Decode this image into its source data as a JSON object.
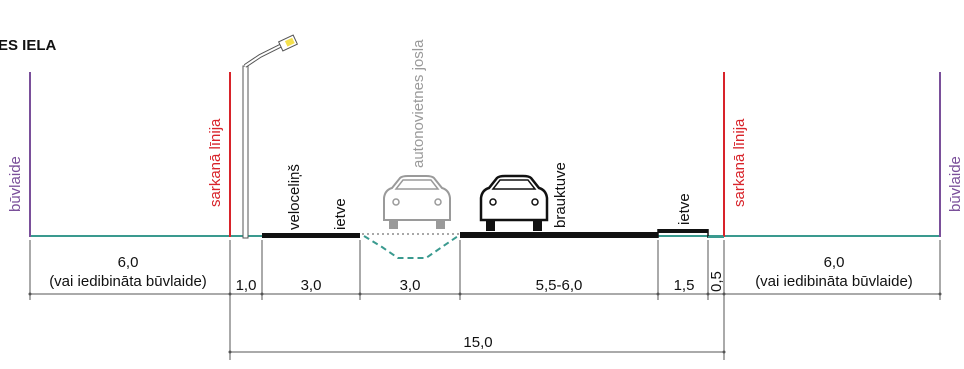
{
  "title": "ES IELA",
  "colors": {
    "building_line": "#7a4f9a",
    "red_line": "#d8232a",
    "ground": "#3a9a8f",
    "parking": "#a8a8a8",
    "paved": "#111111",
    "dimension": "#555555"
  },
  "labels": {
    "building_line_left": "būvlaide",
    "red_line_left": "sarkanā līnija",
    "bike_lane": "veloceliņš",
    "sidewalk_left": "ietve",
    "parking_lane": "autonovietnes josla",
    "carriageway": "brauktuve",
    "sidewalk_right": "ietve",
    "red_line_right": "sarkanā līnija",
    "building_line_right": "būvlaide"
  },
  "dimensions": {
    "left_zone": "6,0",
    "left_zone_note": "(vai iedibināta būvlaide)",
    "verge": "1,0",
    "bike_sidewalk": "3,0",
    "parking": "3,0",
    "carriageway": "5,5-6,0",
    "sidewalk_right": "1,5",
    "right_verge": "0,5",
    "right_zone": "6,0",
    "right_zone_note": "(vai iedibināta būvlaide)",
    "total": "15,0"
  },
  "icons": {
    "street_lamp": "street-lamp-icon",
    "car": "car-icon"
  }
}
